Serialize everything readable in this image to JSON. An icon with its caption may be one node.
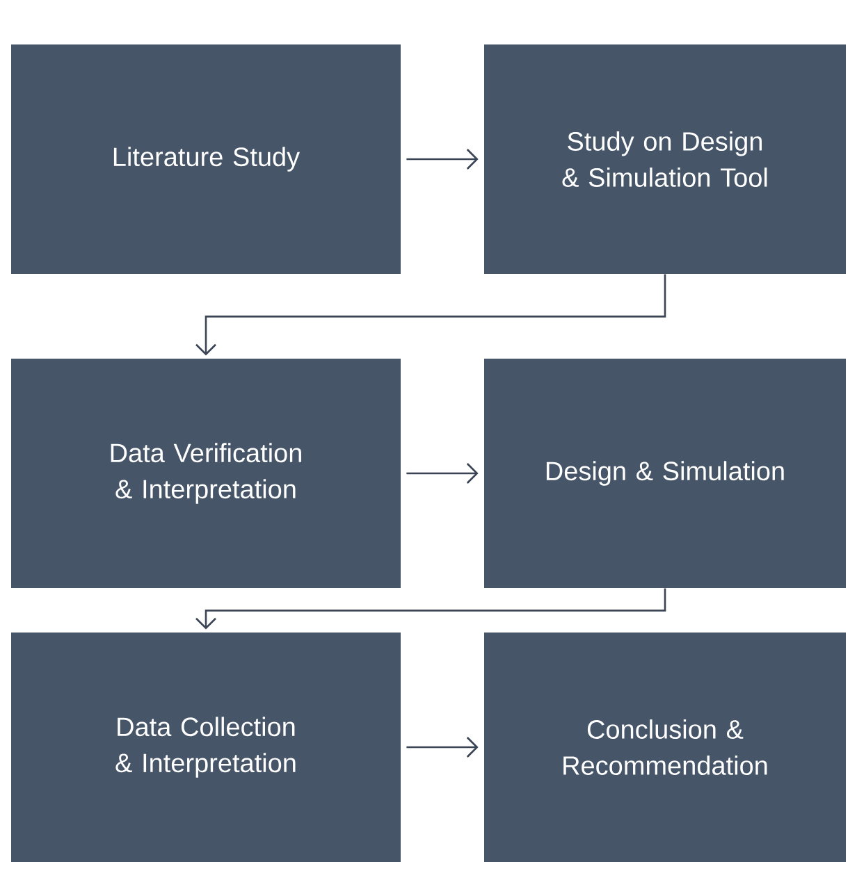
{
  "diagram": {
    "nodes": [
      {
        "text": [
          "Literature Study"
        ]
      },
      {
        "text": [
          "Study on Design & Simulation Tool"
        ]
      },
      {
        "text": [
          "Data Verification & Interpretation"
        ]
      },
      {
        "text": [
          "Design & Simulation"
        ]
      },
      {
        "text": [
          "Data Collection & Interpretation"
        ]
      },
      {
        "text": [
          "Conclusion & Recommendation"
        ]
      }
    ],
    "edges": [
      {
        "from": 0,
        "to": 1,
        "arrow": "to"
      },
      {
        "from": 1,
        "to": 2,
        "arrow": "to"
      },
      {
        "from": 2,
        "to": 3,
        "arrow": "to"
      },
      {
        "from": 3,
        "to": 4,
        "arrow": "to"
      },
      {
        "from": 4,
        "to": 5,
        "arrow": "to"
      }
    ]
  }
}
